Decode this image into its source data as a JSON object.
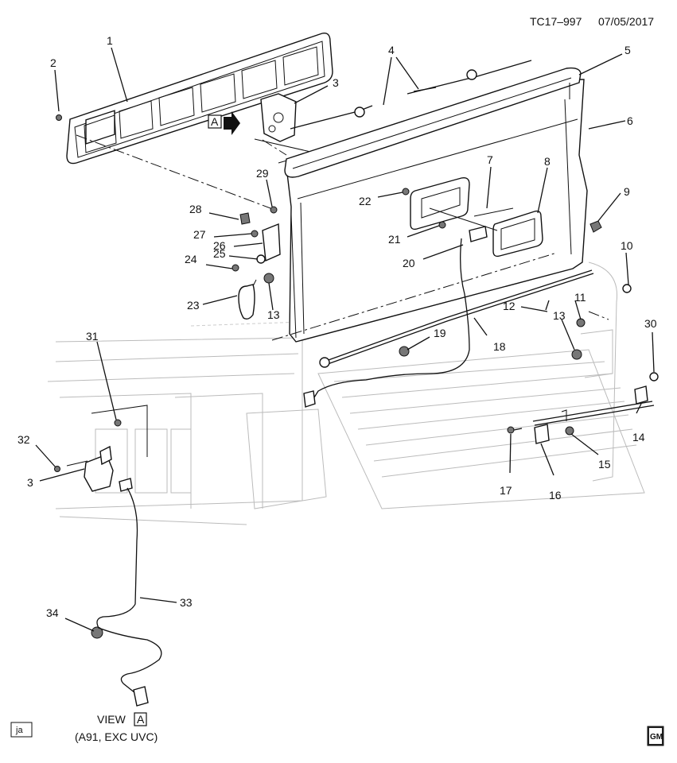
{
  "header": {
    "code": "TC17–997",
    "date": "07/05/2017"
  },
  "view": {
    "letter": "A",
    "title_prefix": "VIEW",
    "note": "(A91, EXC UVC)"
  },
  "badges": {
    "left": "ja",
    "right": "GM"
  },
  "callouts": [
    "1",
    "2",
    "3",
    "4",
    "5",
    "6",
    "7",
    "8",
    "9",
    "10",
    "11",
    "12",
    "13",
    "14",
    "15",
    "16",
    "17",
    "18",
    "19",
    "20",
    "21",
    "22",
    "23",
    "24",
    "25",
    "26",
    "27",
    "28",
    "29",
    "30",
    "31",
    "32",
    "3",
    "33",
    "34",
    "13"
  ]
}
